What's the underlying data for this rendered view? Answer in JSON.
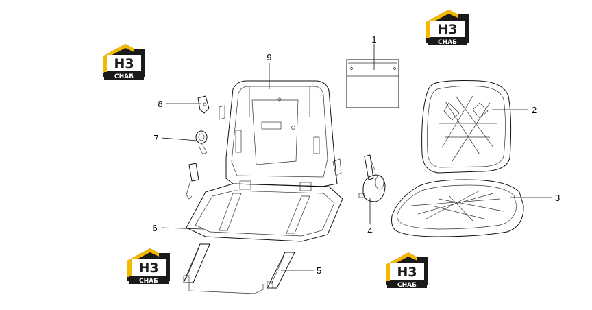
{
  "callouts": [
    {
      "id": "1",
      "text": "1"
    },
    {
      "id": "2",
      "text": "2"
    },
    {
      "id": "3",
      "text": "3"
    },
    {
      "id": "4",
      "text": "4"
    },
    {
      "id": "5",
      "text": "5"
    },
    {
      "id": "6",
      "text": "6"
    },
    {
      "id": "7",
      "text": "7"
    },
    {
      "id": "8",
      "text": "8"
    },
    {
      "id": "9",
      "text": "9"
    }
  ],
  "logo": {
    "mark": "H3",
    "word": "СНАБ",
    "colors": {
      "roof": "#f5b800",
      "dark": "#1a1a1a",
      "light": "#ffffff"
    }
  }
}
